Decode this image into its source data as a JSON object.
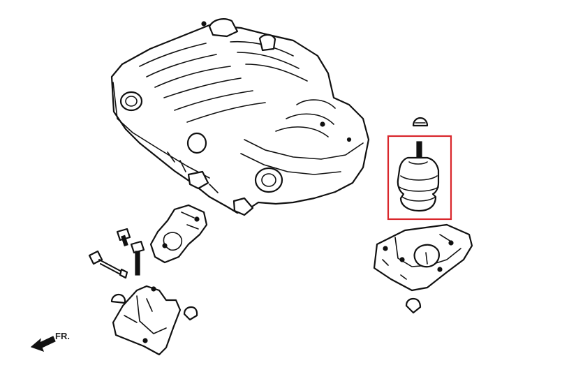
{
  "diagram": {
    "direction_label": "FR.",
    "highlight_color": "#d9262b",
    "line_color": "#111111",
    "icons": {
      "engine": "engine-block-drawing",
      "mount": "engine-mount-drawing",
      "arrow": "front-direction-arrow"
    }
  }
}
